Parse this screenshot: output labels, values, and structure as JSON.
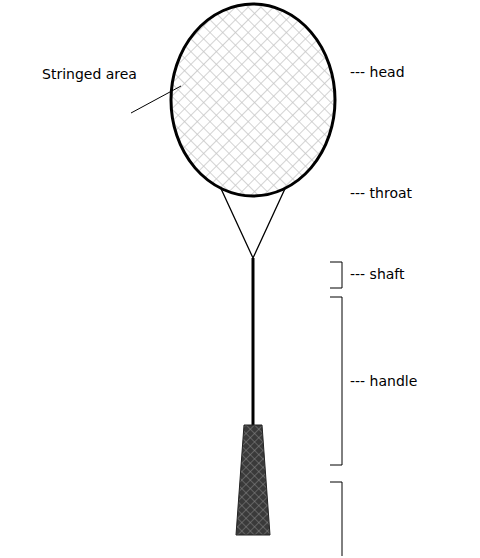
{
  "diagram": {
    "labels": [
      "Stringed area",
      "--- head",
      "--- throat",
      "--- shaft",
      "--- handle"
    ]
  }
}
